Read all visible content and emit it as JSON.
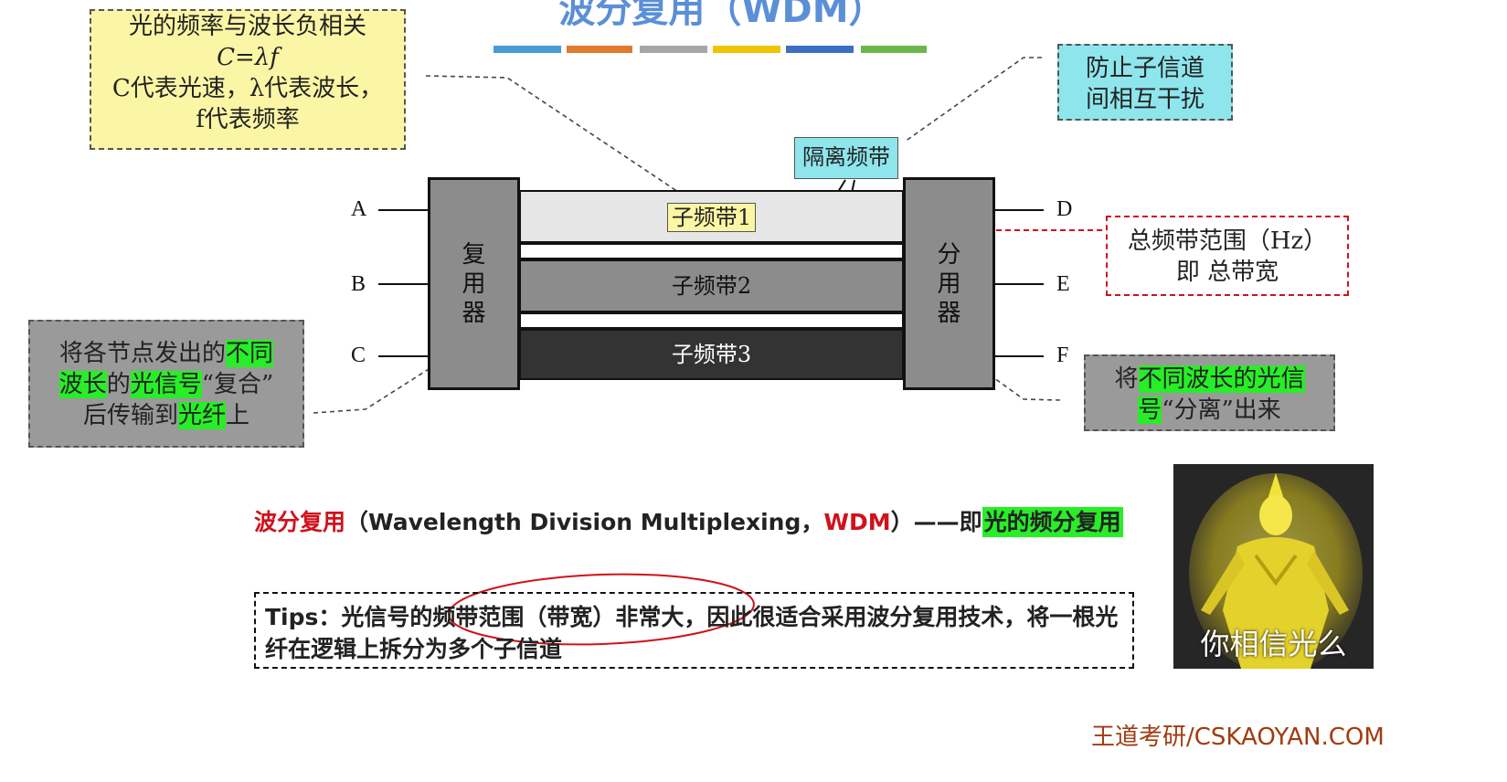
{
  "title": "波分复用（WDM）",
  "colorbar": [
    "#4a9ad6",
    "#e07a2f",
    "#a6a6a6",
    "#f2c400",
    "#3c6fc2",
    "#6bb84a"
  ],
  "notes": {
    "freq": {
      "l1": "光的频率与波长负相关",
      "l2": "C=λf",
      "l3": "C代表光速，λ代表波长，",
      "l4": "f代表频率"
    },
    "guard": {
      "l1": "防止子信道",
      "l2": "间相互干扰"
    },
    "total": {
      "l1": "总频带范围（Hz）",
      "l2": "即 总带宽"
    },
    "combine": {
      "a": "将各节点发出的",
      "b": "不同",
      "c": "波长",
      "d": "的",
      "e": "光信号",
      "f": "“复合”",
      "g": "后传输到",
      "h": "光纤",
      "i": "上"
    },
    "separate": {
      "a": "将",
      "b": "不同波长的光信",
      "c": "号",
      "d": "“分离”出来"
    }
  },
  "diagram": {
    "mux": {
      "c1": "复",
      "c2": "用",
      "c3": "器"
    },
    "demux": {
      "c1": "分",
      "c2": "用",
      "c3": "器"
    },
    "band1": "子频带1",
    "band2": "子频带2",
    "band3": "子频带3",
    "guard_band": "隔离频带",
    "ports_left": [
      "A",
      "B",
      "C"
    ],
    "ports_right": [
      "D",
      "E",
      "F"
    ]
  },
  "wdm": {
    "a": "波分复用",
    "b": "（Wavelength Division Multiplexing，",
    "c": "WDM",
    "d": "）——即",
    "e": "光的频分复用"
  },
  "tips": {
    "label": "Tips：",
    "text": "光信号的频带范围（带宽）非常大，因此很适合采用波分复用技术，将一根光纤在逻辑上拆分为多个子信道"
  },
  "meme": "你相信光么",
  "footer": "王道考研/CSKAOYAN.COM"
}
